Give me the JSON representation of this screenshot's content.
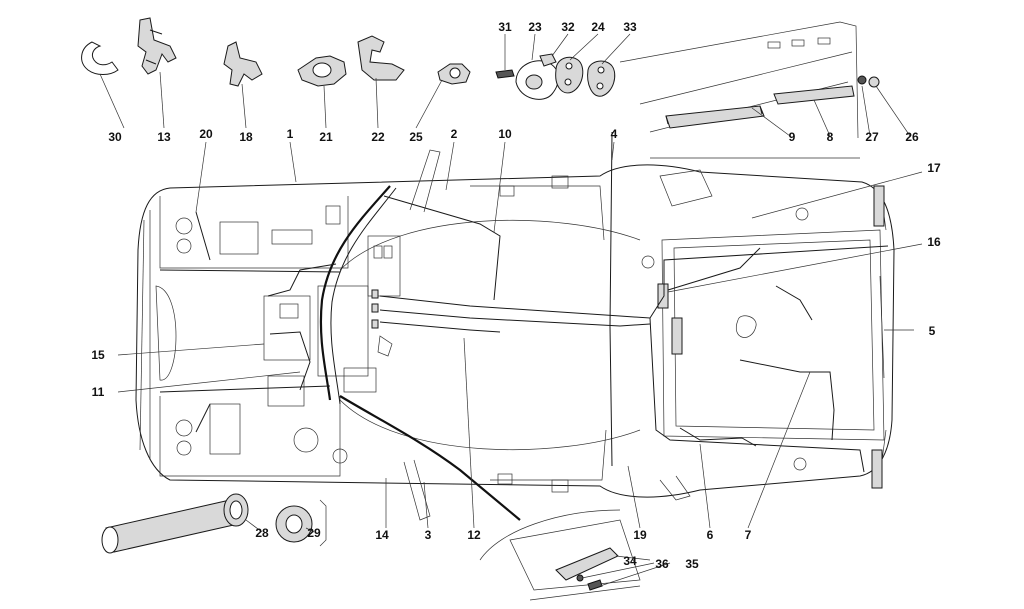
{
  "callouts": {
    "c1": "1",
    "c2": "2",
    "c3": "3",
    "c4": "4",
    "c5": "5",
    "c6": "6",
    "c7": "7",
    "c8": "8",
    "c9": "9",
    "c10": "10",
    "c11": "11",
    "c12": "12",
    "c13": "13",
    "c14": "14",
    "c15": "15",
    "c16": "16",
    "c17": "17",
    "c18": "18",
    "c19": "19",
    "c20": "20",
    "c21": "21",
    "c22": "22",
    "c23": "23",
    "c24": "24",
    "c25": "25",
    "c26": "26",
    "c27": "27",
    "c28": "28",
    "c29": "29",
    "c30": "30",
    "c31": "31",
    "c32": "32",
    "c33": "33",
    "c34": "34",
    "c35": "35",
    "c36": "36"
  },
  "colors": {
    "ink": "#1a1a1a",
    "paper": "#ffffff",
    "shade": "#d9d9d9"
  }
}
